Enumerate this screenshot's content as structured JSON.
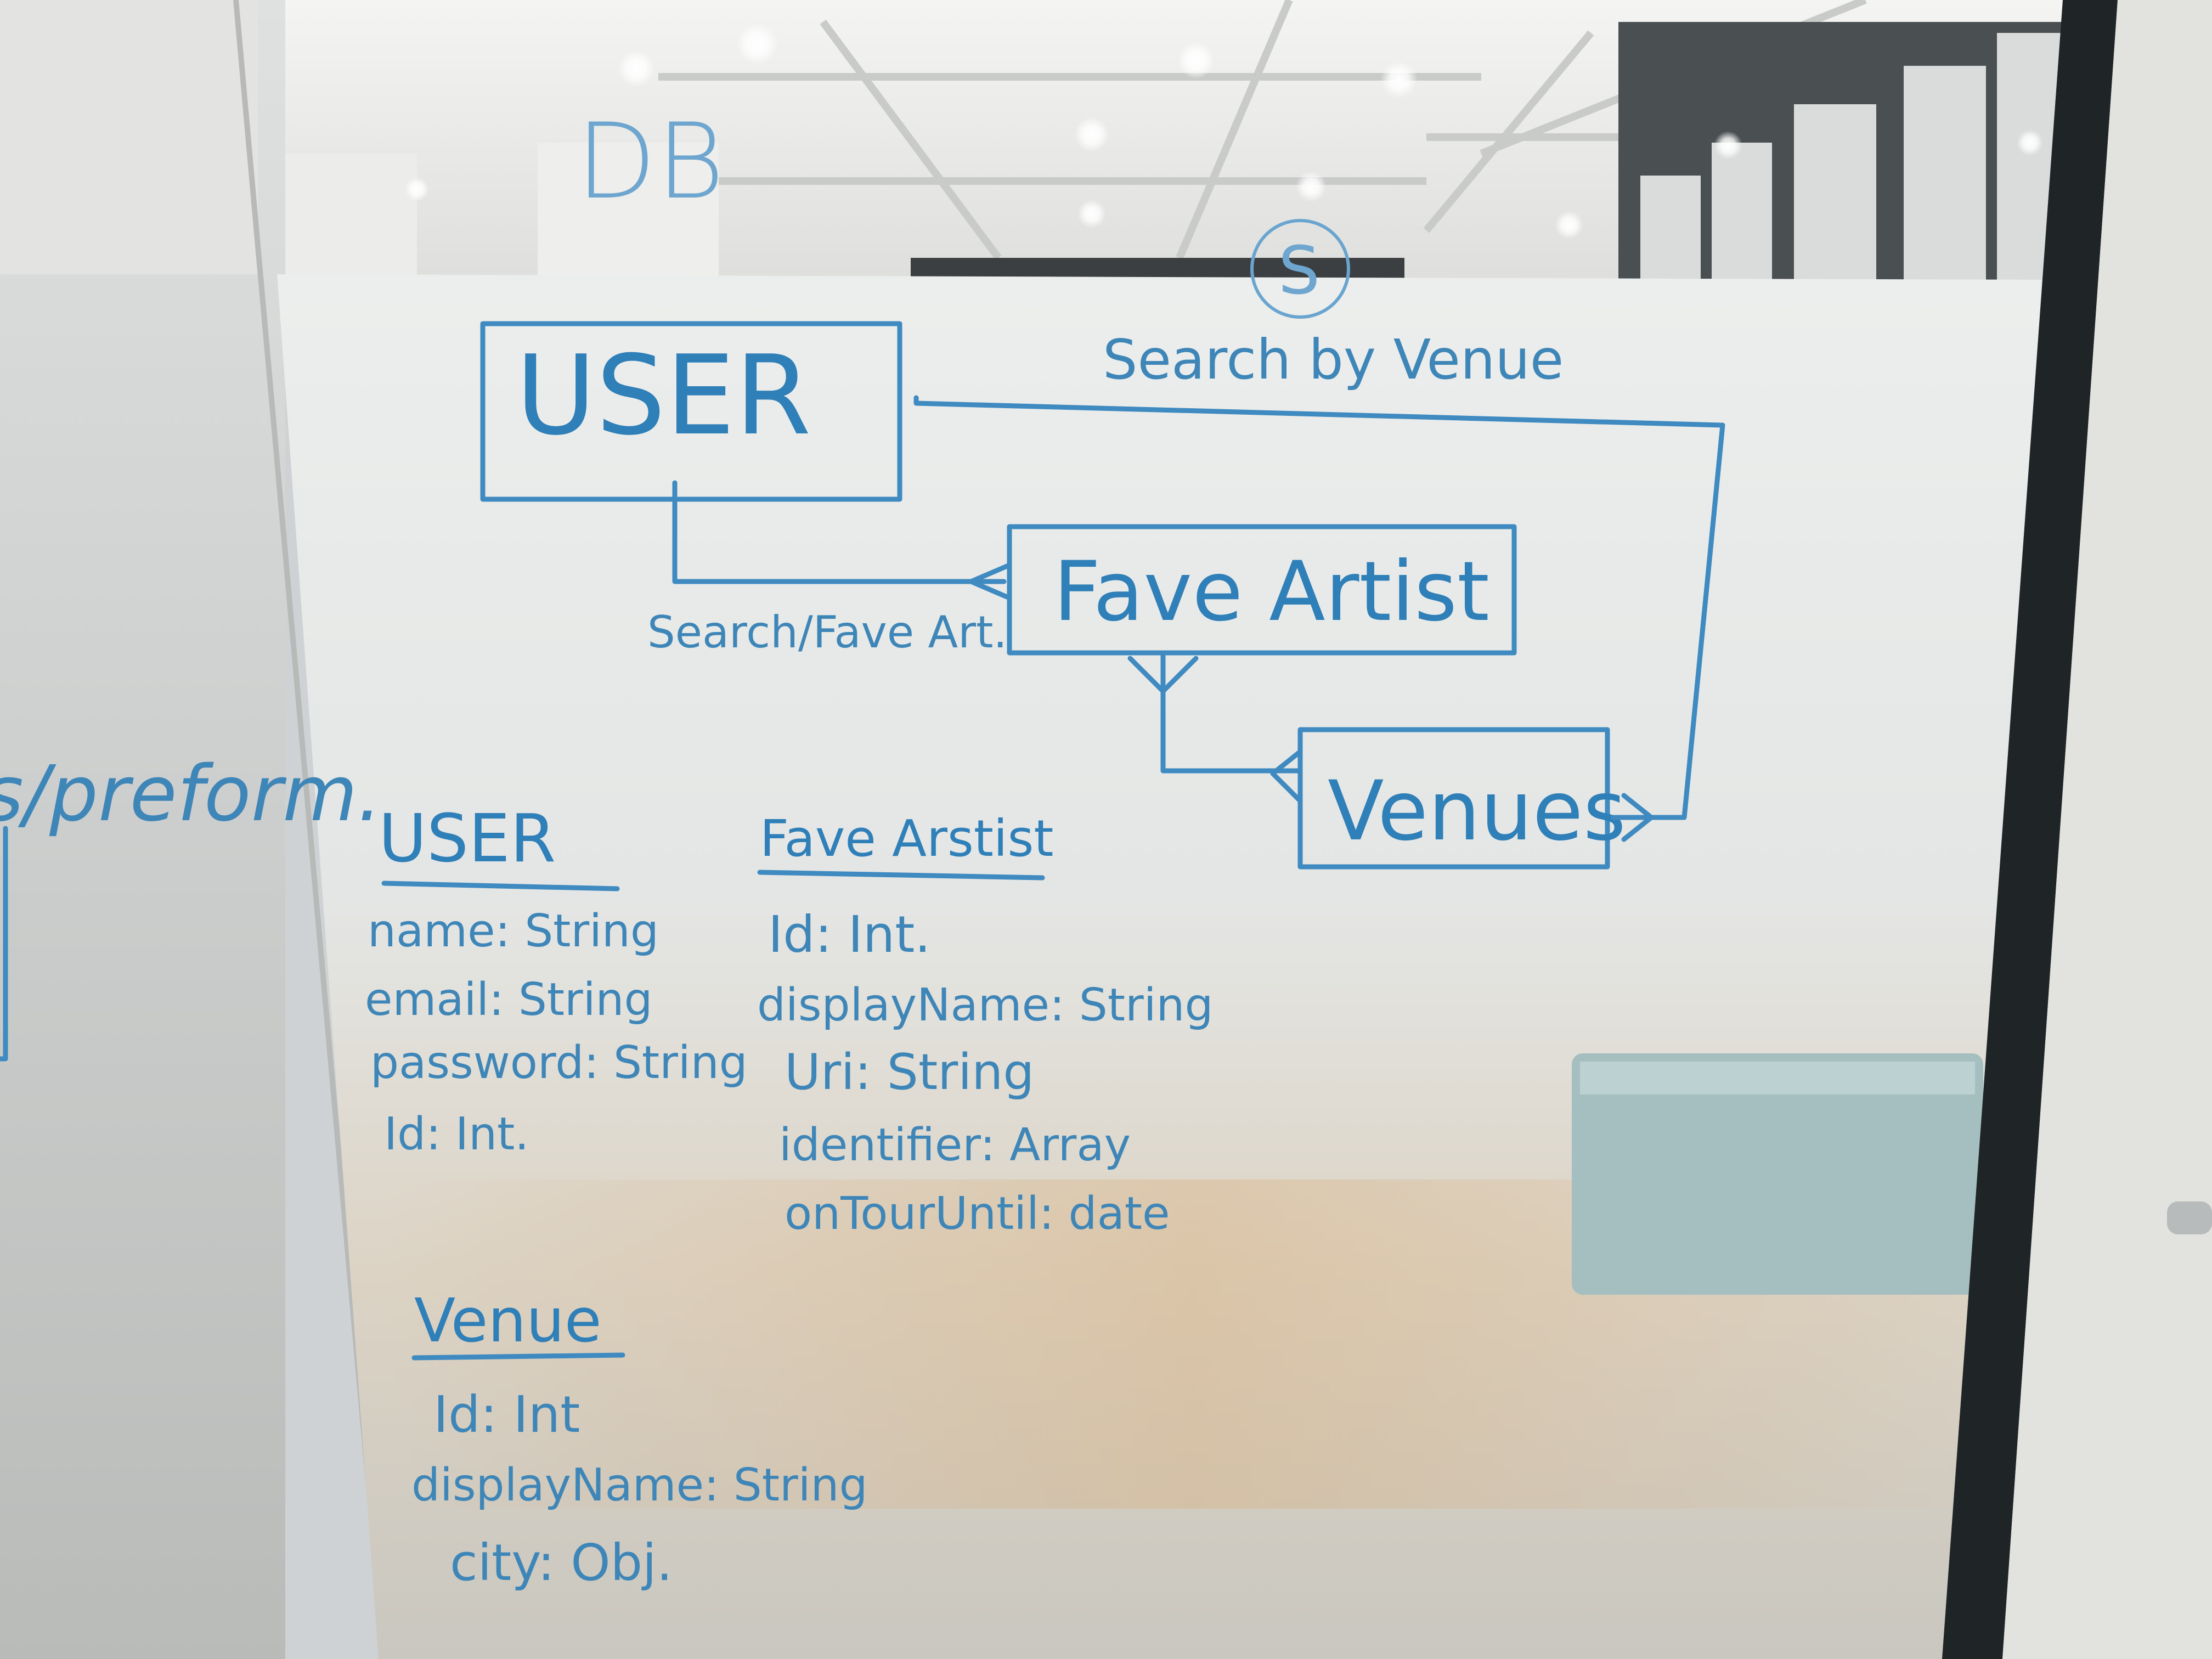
{
  "header": {
    "title": "DB",
    "corner_mark": "S",
    "fragment_left": "s/preform."
  },
  "diagram": {
    "user_box": "USER",
    "fave_artist_box": "Fave Artist",
    "venues_box": "Venues",
    "relation_search_by_venue": "Search by Venue",
    "relation_search_fave": "Search/Fave Art."
  },
  "models": {
    "user": {
      "title": "USER",
      "fields": [
        "name: String",
        "email: String",
        "password: String",
        "Id: Int."
      ]
    },
    "fave_artist": {
      "title": "Fave Arstist",
      "fields": [
        "Id: Int.",
        "displayName: String",
        "Uri: String",
        "identifier: Array",
        "onTourUntil: date"
      ]
    },
    "venue": {
      "title": "Venue",
      "fields": [
        "Id: Int",
        "displayName: String",
        "city: Obj."
      ]
    }
  },
  "colors": {
    "marker": "#3f86b8",
    "marker_faint": "#6ea6cf",
    "frosted_glass": "#e6e8e7",
    "frame_dark": "#1f2426"
  },
  "icons": {
    "crows_foot": "crows-foot-icon",
    "arrow": "arrow-icon"
  }
}
